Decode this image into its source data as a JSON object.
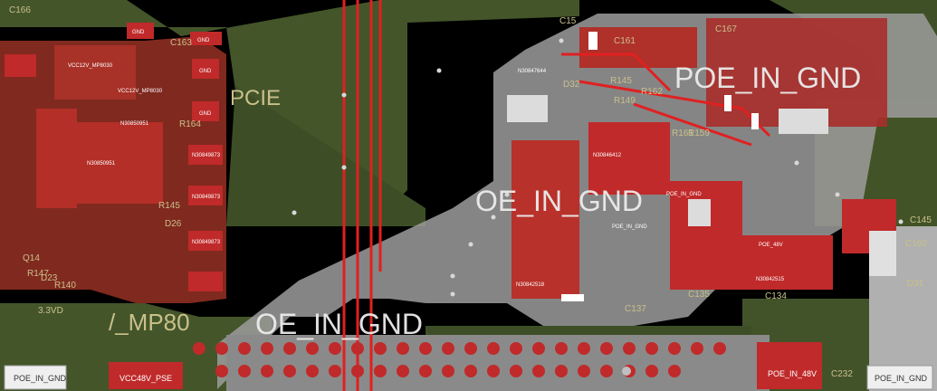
{
  "colors": {
    "background": "#000000",
    "copper_green": "#44552a",
    "copper_red": "#c02a2a",
    "gnd_pour": "#9c9c9c",
    "silkscreen": "#c9c08a",
    "trace_red": "#e02020"
  },
  "labels": {
    "ref_c166": "C166",
    "ref_c163": "C163",
    "ref_c161": "C161",
    "ref_c167": "C167",
    "ref_c15": "C15",
    "ref_r145": "R145",
    "ref_r149": "R149",
    "ref_r162": "R162",
    "ref_r161": "R161",
    "ref_r159": "R159",
    "ref_r164": "R164",
    "ref_r147": "R147",
    "ref_r140": "R140",
    "ref_d26": "D26",
    "ref_d23": "D23",
    "ref_d32": "D32",
    "ref_d31": "D31",
    "ref_q14": "Q14",
    "ref_c135": "C135",
    "ref_c134": "C134",
    "ref_c137": "C137",
    "ref_c232": "C232",
    "ref_c160": "C160",
    "ref_c145": "C145",
    "pcie": "PCIE",
    "mp80": "/_MP80",
    "v33": "3.3VD",
    "poe_in_gnd": "POE_IN_GND",
    "oe_in_gnd": "OE_IN_GND",
    "poe_in_gnd_small": "POE_IN_GND",
    "gnd": "GND",
    "vcc12v_mp8030": "VCC12V_MP8030",
    "n30850951": "N30850951",
    "n30849873": "N30849873",
    "n30847644": "N30847644",
    "n30846412": "N30846412",
    "n30842518": "N30842518",
    "n30842515": "N30842515",
    "poe_48v": "POE_48V",
    "poe_in_48v": "POE_IN_48V",
    "vcc48v_pse": "VCC48V_PSE"
  }
}
